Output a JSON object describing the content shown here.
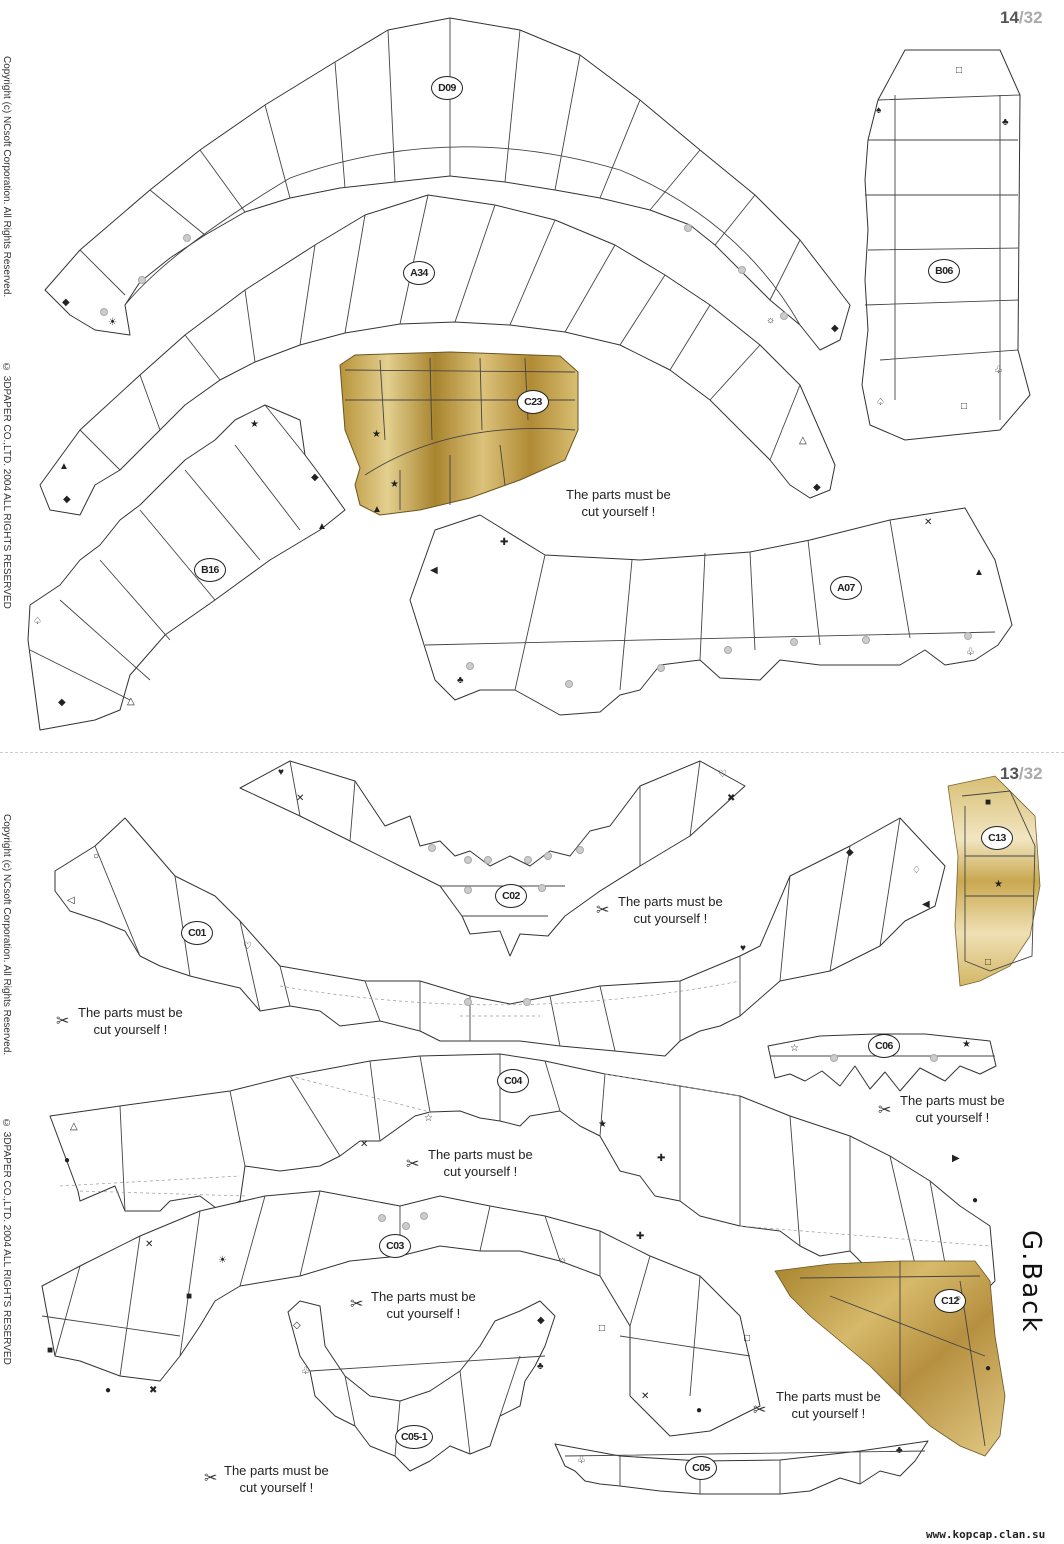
{
  "sheets": [
    {
      "page": "14",
      "total": "/32",
      "copyright_left": "Copyright (c) NCsoft Corporation. All Rights Reserved.",
      "copyright_right": "© 3DPAPER CO.,LTD. 2004 ALL RIGHTS RESERVED",
      "parts": {
        "d09": "D09",
        "a34": "A34",
        "c23": "C23",
        "b06": "B06",
        "b16": "B16",
        "a07": "A07"
      },
      "notes": [
        {
          "line1": "The parts must be",
          "line2": "cut yourself !"
        }
      ]
    },
    {
      "page": "13",
      "total": "/32",
      "copyright_left": "Copyright (c) NCsoft Corporation. All Rights Reserved.",
      "copyright_right": "© 3DPAPER CO.,LTD. 2004 ALL RIGHTS RESERVED",
      "parts": {
        "c01": "C01",
        "c02": "C02",
        "c13": "C13",
        "c06": "C06",
        "c04": "C04",
        "c03": "C03",
        "c12": "C12",
        "c05_1": "C05-1",
        "c05": "C05"
      },
      "notes": [
        {
          "line1": "The parts must be",
          "line2": "cut yourself !"
        },
        {
          "line1": "The parts must be",
          "line2": "cut yourself !"
        },
        {
          "line1": "The parts must be",
          "line2": "cut yourself !"
        },
        {
          "line1": "The parts must be",
          "line2": "cut yourself !"
        },
        {
          "line1": "The parts must be",
          "line2": "cut yourself !"
        },
        {
          "line1": "The parts must be",
          "line2": "cut yourself !"
        },
        {
          "line1": "The parts must be",
          "line2": "cut yourself !"
        }
      ],
      "handwritten": "G.Back"
    }
  ],
  "footer_url": "www.kopcap.clan.su",
  "icons": [
    "heart-icon",
    "spade-icon",
    "club-icon",
    "diamond-icon",
    "star-icon",
    "cross-icon",
    "sun-icon",
    "triangle-icon",
    "square-icon",
    "scissors-icon"
  ],
  "colors": {
    "gold": "#b8943a",
    "gold_light": "#e3cf8f",
    "line": "#333333"
  }
}
